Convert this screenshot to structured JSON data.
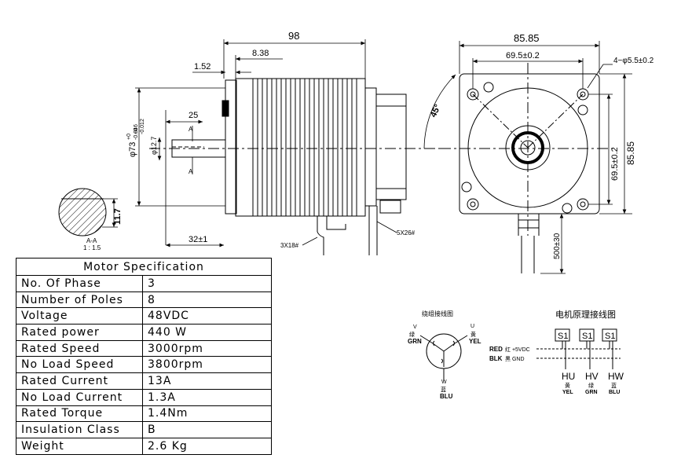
{
  "dimensions": {
    "overall_length": "98",
    "flange_depth": "8.38",
    "shaft_offset": "1.52",
    "key_length": "25",
    "pilot_diameter": "φ73",
    "pilot_tol_upper": "+0",
    "pilot_tol_lower": "-0.046",
    "shaft_diameter": "φ12.7",
    "shaft_tol_upper": "+0",
    "shaft_tol_lower": "-0.012",
    "shaft_length": "32±1",
    "flat_height": "11.7",
    "section_label": "A-A",
    "section_scale": "1 : 1.5",
    "section_mark_top": "A",
    "section_mark_bottom": "A",
    "cable_a": "3X18#",
    "cable_b": "5X26#",
    "frame_width": "85.85",
    "frame_height": "85.85",
    "hole_spacing_h": "69.5±0.2",
    "hole_spacing_v": "69.5±0.2",
    "hole_spec": "4−φ5.5±0.2",
    "angle": "45°",
    "lead_length": "500±30"
  },
  "spec_table": {
    "title": "Motor Specification",
    "rows": [
      {
        "label": "No. Of Phase",
        "value": "3"
      },
      {
        "label": "Number of Poles",
        "value": "8"
      },
      {
        "label": "Voltage",
        "value": "48VDC"
      },
      {
        "label": "Rated power",
        "value": "440  W"
      },
      {
        "label": "Rated Speed",
        "value": "3000rpm"
      },
      {
        "label": "No Load Speed",
        "value": "3800rpm"
      },
      {
        "label": "Rated Current",
        "value": "13A"
      },
      {
        "label": "No Load Current",
        "value": "1.3A"
      },
      {
        "label": "Rated Torque",
        "value": "1.4Nm"
      },
      {
        "label": "Insulation Class",
        "value": "B"
      },
      {
        "label": "Weight",
        "value": "2.6  Kg"
      }
    ]
  },
  "winding": {
    "title": "绕组接线图",
    "u_label": "U",
    "u_color_cn": "黄",
    "u_color": "YEL",
    "v_label": "V",
    "v_color_cn": "绿",
    "v_color": "GRN",
    "w_label": "W",
    "w_color_cn": "蓝",
    "w_color": "BLU"
  },
  "hall": {
    "title": "电机原理接线图",
    "red_label": "RED",
    "red_text": "红 +5VDC",
    "blk_label": "BLK",
    "blk_text": "黑 GND",
    "sensors": [
      "S1",
      "S1",
      "S1"
    ],
    "outputs": [
      {
        "name": "HU",
        "cn": "黄",
        "color": "YEL"
      },
      {
        "name": "HV",
        "cn": "绿",
        "color": "GRN"
      },
      {
        "name": "HW",
        "cn": "蓝",
        "color": "BLU"
      }
    ]
  }
}
